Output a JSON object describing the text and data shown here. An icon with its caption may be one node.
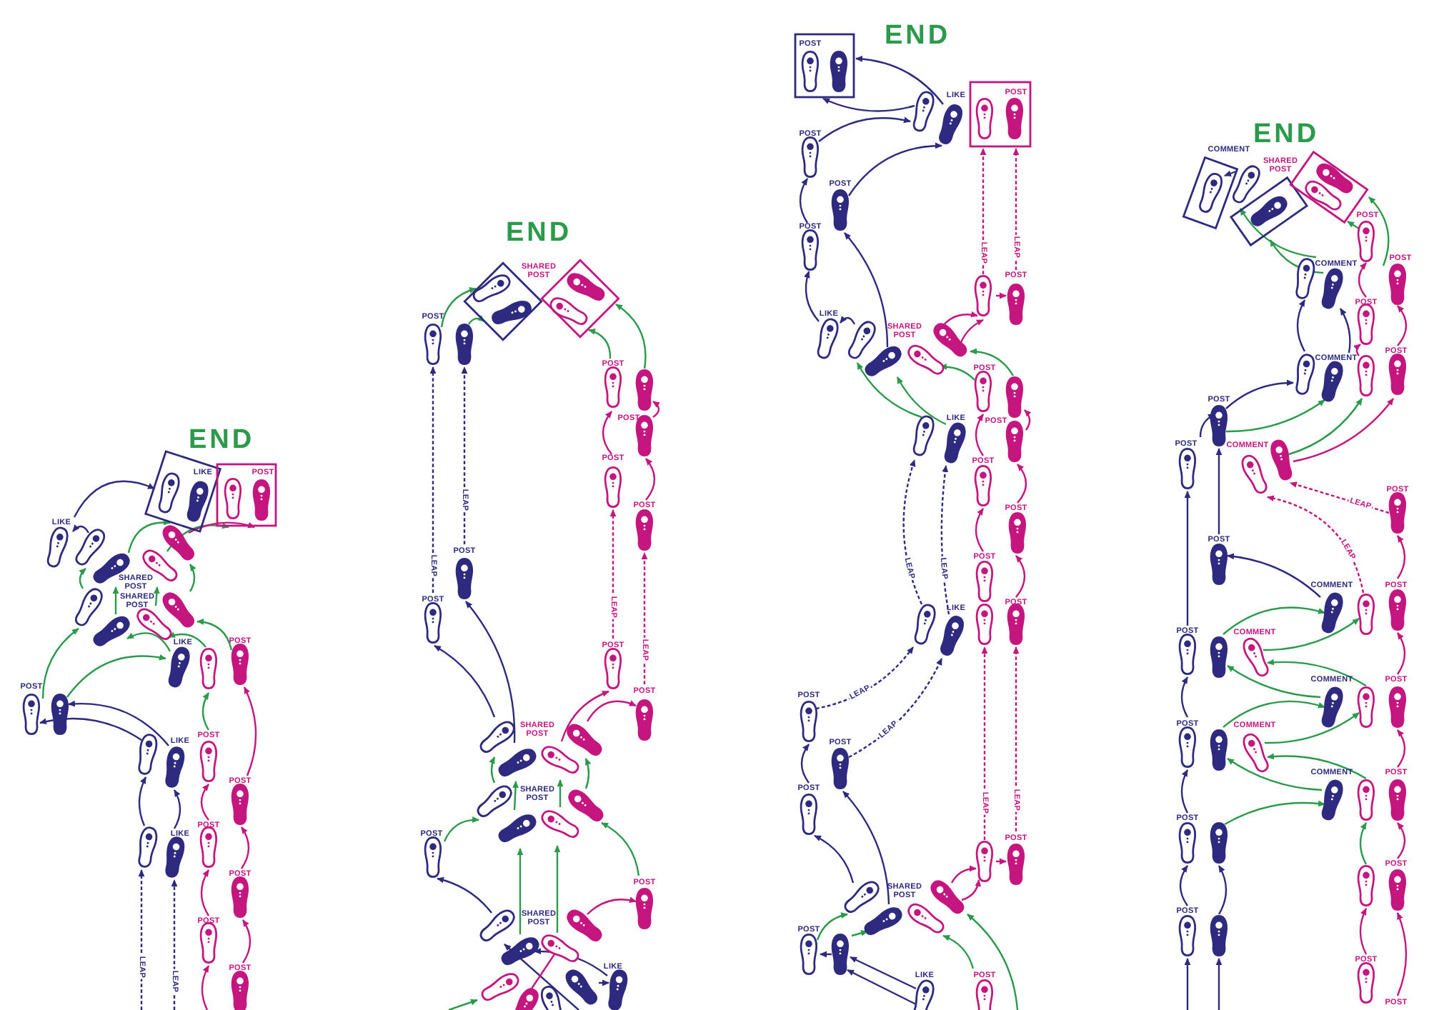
{
  "diagram": {
    "labels": [
      "END",
      "LIKE",
      "POST",
      "LIKE",
      "SHARED POST",
      "SHARED POST",
      "LIKE",
      "POST",
      "POST",
      "POST",
      "LIKE",
      "POST",
      "POST",
      "LIKE",
      "POST",
      "POST",
      "LEAP",
      "POST",
      "LEAP",
      "END",
      "SHARED POST",
      "POST",
      "POST",
      "POST",
      "POST",
      "LEAP",
      "POST",
      "POST",
      "LEAP",
      "POST",
      "LEAP",
      "POST",
      "LEAP",
      "POST",
      "SHARED POST",
      "SHARED POST",
      "POST",
      "POST",
      "SHARED POST",
      "LIKE",
      "END",
      "POST",
      "POST",
      "LIKE",
      "POST",
      "POST",
      "POST",
      "LEAP",
      "LEAP",
      "POST",
      "LIKE",
      "SHARED POST",
      "POST",
      "LIKE",
      "POST",
      "POST",
      "POST",
      "POST",
      "LEAP",
      "LEAP",
      "POST",
      "LIKE",
      "POST",
      "LEAP",
      "LEAP",
      "POST",
      "POST",
      "LEAP",
      "LEAP",
      "POST",
      "SHARED POST",
      "POST",
      "LIKE",
      "POST",
      "END",
      "COMMENT",
      "SHARED POST",
      "POST",
      "POST",
      "COMMENT",
      "POST",
      "POST",
      "COMMENT",
      "POST",
      "POST",
      "COMMENT",
      "POST",
      "LEAP",
      "POST",
      "LEAP",
      "POST",
      "COMMENT",
      "POST",
      "COMMENT",
      "POST",
      "COMMENT",
      "POST",
      "COMMENT",
      "POST",
      "COMMENT",
      "POST",
      "POST",
      "POST",
      "POST",
      "POST"
    ]
  }
}
